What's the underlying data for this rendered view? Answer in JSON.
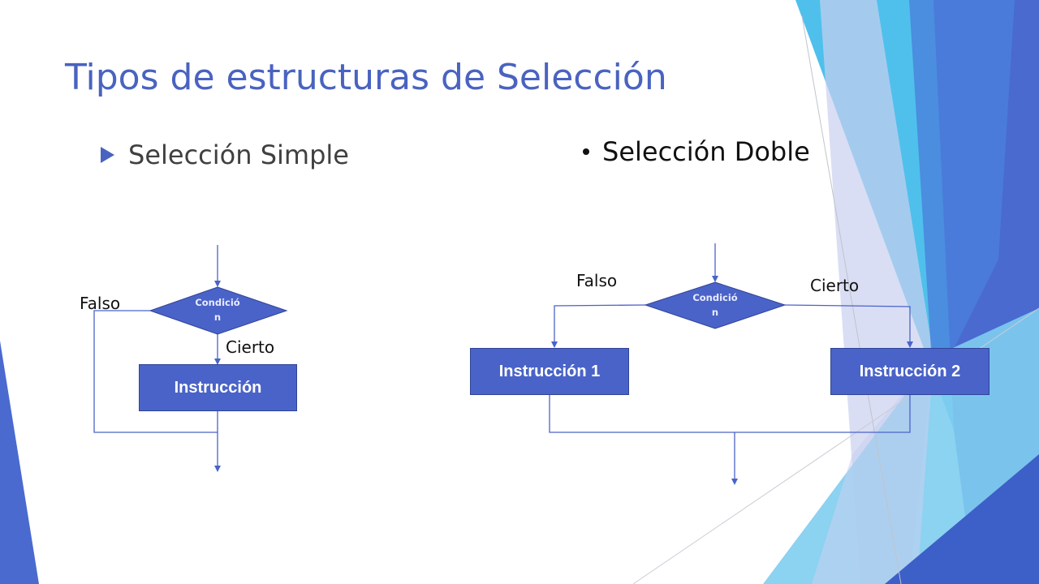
{
  "slide": {
    "title": "Tipos de estructuras de Selección",
    "bullet_simple": "Selección Simple",
    "bullet_doble": "Selección Doble"
  },
  "simple_flowchart": {
    "condition_label": "Condición",
    "false_label": "Falso",
    "true_label": "Cierto",
    "instruction_label": "Instrucción"
  },
  "double_flowchart": {
    "condition_label": "Condición",
    "false_label": "Falso",
    "true_label": "Cierto",
    "instruction_1_label": "Instrucción 1",
    "instruction_2_label": "Instrucción 2"
  },
  "colors": {
    "title": "#4a63c0",
    "shape_fill": "#4a63c8",
    "shape_border": "#2f4496",
    "connector": "#4a63c8",
    "deco_light_blue": "#4fc0ec",
    "deco_blue": "#4a6ad0",
    "deco_pale": "#c9d0ef"
  }
}
